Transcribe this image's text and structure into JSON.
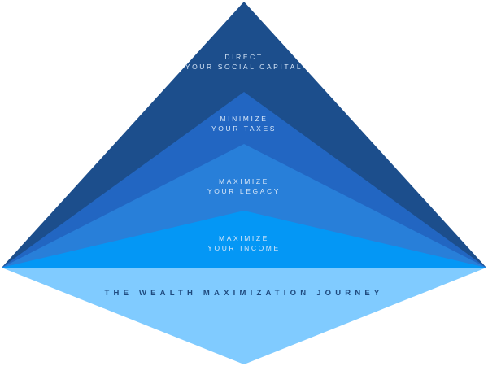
{
  "layers": [
    {
      "line1": "DIRECT",
      "line2": "YOUR SOCIAL CAPITAL",
      "color": "#1c4e8c"
    },
    {
      "line1": "MINIMIZE",
      "line2": "YOUR TAXES",
      "color": "#2266c2"
    },
    {
      "line1": "MAXIMIZE",
      "line2": "YOUR LEGACY",
      "color": "#287fd9"
    },
    {
      "line1": "MAXIMIZE",
      "line2": "YOUR INCOME",
      "color": "#0497f5"
    }
  ],
  "base": {
    "label": "THE WEALTH MAXIMIZATION JOURNEY",
    "color": "#80cbff"
  }
}
